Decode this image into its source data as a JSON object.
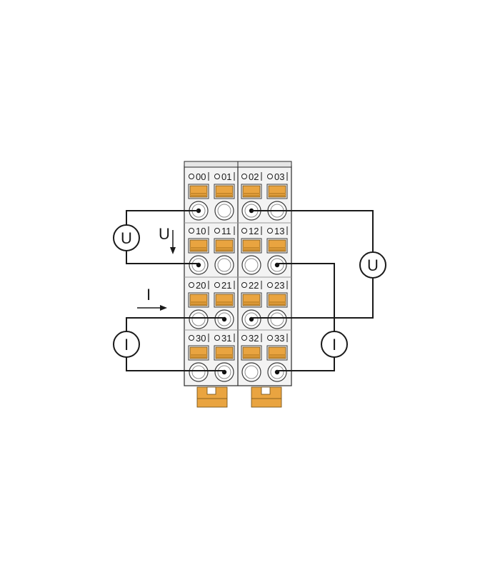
{
  "terminal_labels": [
    [
      "00",
      "01",
      "02",
      "03"
    ],
    [
      "10",
      "11",
      "12",
      "13"
    ],
    [
      "20",
      "21",
      "22",
      "23"
    ],
    [
      "30",
      "31",
      "32",
      "33"
    ]
  ],
  "meters": {
    "left_voltage": "U",
    "right_voltage": "U",
    "left_current": "I",
    "right_current": "I"
  },
  "annotations": {
    "voltage_arrow": "U",
    "current_arrow": "I"
  },
  "colors": {
    "lever": "#e9a440",
    "wire": "#1a1a1a",
    "housing": "#f3f3f3"
  }
}
